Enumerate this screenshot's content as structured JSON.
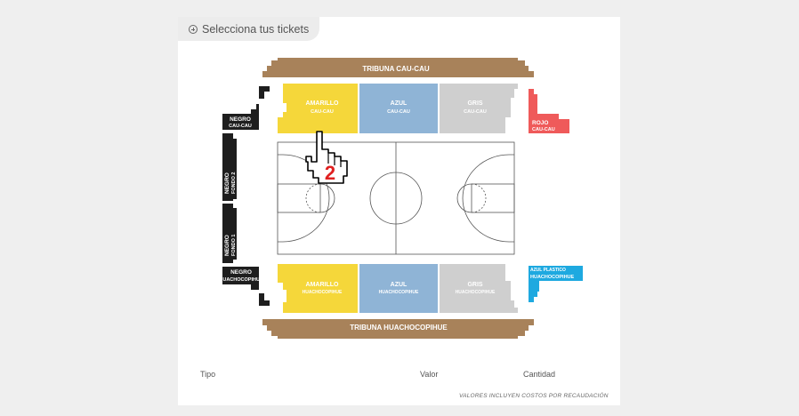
{
  "header": {
    "tab_label": "Selecciona tus tickets",
    "tab_icon": "plus-circle-icon"
  },
  "sections": {
    "tribuna_top": "TRIBUNA CAU-CAU",
    "tribuna_bottom": "TRIBUNA HUACHOCOPIHUE",
    "amarillo_top": {
      "name": "AMARILLO",
      "sub": "CAU-CAU"
    },
    "azul_top": {
      "name": "AZUL",
      "sub": "CAU-CAU"
    },
    "gris_top": {
      "name": "GRIS",
      "sub": "CAU-CAU"
    },
    "rojo": {
      "name": "ROJO",
      "sub": "CAU-CAU"
    },
    "negro_top": {
      "name": "NEGRO",
      "sub": "CAU-CAU"
    },
    "negro_fondo2": {
      "name": "NEGRO",
      "sub": "FONDO 2"
    },
    "negro_fondo1": {
      "name": "NEGRO",
      "sub": "FONDO 1"
    },
    "negro_bottom": {
      "name": "NEGRO",
      "sub": "HUACHOCOPIHUE"
    },
    "amarillo_bottom": {
      "name": "AMARILLO",
      "sub": "HUACHOCOPIHUE"
    },
    "azul_bottom": {
      "name": "AZUL",
      "sub": "HUACHOCOPIHUE"
    },
    "gris_bottom": {
      "name": "GRIS",
      "sub": "HUACHOCOPIHUE"
    },
    "azul_plastico": {
      "name": "AZUL PLASTICO",
      "sub": "HUACHOCOPIHUE"
    }
  },
  "cursor": {
    "icon": "hand-pointer-icon",
    "step_number": "2"
  },
  "table_header": {
    "tipo": "Tipo",
    "valor": "Valor",
    "cantidad": "Cantidad"
  },
  "note": "VALORES INCLUYEN COSTOS POR RECAUDACIÓN",
  "colors": {
    "tribuna": "#a8825a",
    "amarillo": "#f5d73a",
    "azul": "#8fb4d6",
    "gris": "#cfcfcf",
    "rojo": "#ef5a5a",
    "negro": "#1e1e1e",
    "azul_plastico": "#1ea9e0",
    "step_red": "#e02020"
  }
}
